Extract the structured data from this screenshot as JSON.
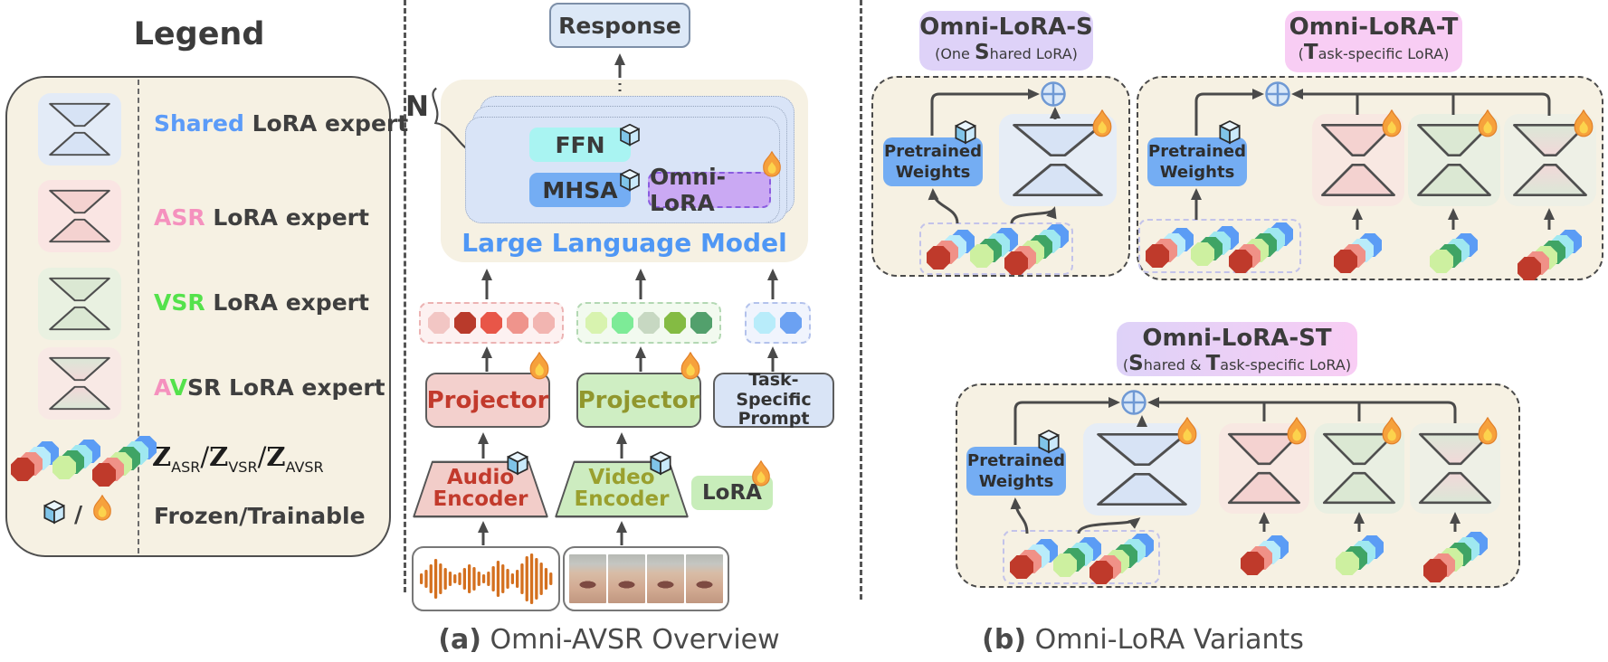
{
  "palette": {
    "cream_bg": "#f6f1e3",
    "shared_blue": "#5b9bf8",
    "asr_pink": "#f591be",
    "vsr_green": "#54e24b",
    "llm_text_blue": "#4f97f5",
    "projector_red_text": "#c23a2c",
    "projector_green_text": "#91972d",
    "omni_lora_purple": "#caa9f3",
    "mhsa_blue": "#74adf3",
    "ffn_cyan": "#a9f4f2",
    "variant_s_lavender": "#ded2f8",
    "variant_t_pink": "#f8cdf4"
  },
  "legend": {
    "title": "Legend",
    "rows": [
      {
        "parts": [
          {
            "text": "Shared"
          }
        ],
        "rest": " LoRA expert"
      },
      {
        "parts": [
          {
            "text": "ASR"
          }
        ],
        "rest": " LoRA expert"
      },
      {
        "parts": [
          {
            "text": "VSR"
          }
        ],
        "rest": " LoRA expert"
      },
      {
        "parts": [
          {
            "text": "A"
          },
          {
            "text": "V"
          },
          {
            "text": "SR"
          }
        ],
        "rest": " LoRA expert"
      }
    ],
    "z": {
      "z1": "Z",
      "s1": "ASR",
      "sep1": "/",
      "z2": "Z",
      "s2": "VSR",
      "sep2": "/",
      "z3": "Z",
      "s3": "AVSR"
    },
    "frozen_slash": "/",
    "frozen_label": "Frozen/Trainable"
  },
  "overview": {
    "response": "Response",
    "n_label": "N",
    "ffn": "FFN",
    "mhsa": "MHSA",
    "omni_lora": "Omni-LoRA",
    "llm": "Large Language Model",
    "projector_audio": "Projector",
    "projector_video": "Projector",
    "prompt_line1": "Task-Specific",
    "prompt_line2": "Prompt",
    "audio_encoder_line1": "Audio",
    "audio_encoder_line2": "Encoder",
    "video_encoder_line1": "Video",
    "video_encoder_line2": "Encoder",
    "lora": "LoRA",
    "caption_bold": "(a)",
    "caption_rest": " Omni-AVSR Overview"
  },
  "variants": {
    "caption_bold": "(b)",
    "caption_rest": " Omni-LoRA Variants",
    "pw_line1": "Pretrained",
    "pw_line2": "Weights",
    "s": {
      "title": "Omni-LoRA-S",
      "sub_pre": "(One ",
      "sub_big": "S",
      "sub_rest": "hared LoRA)"
    },
    "t": {
      "title": "Omni-LoRA-T",
      "sub_pre": "(",
      "sub_big": "T",
      "sub_rest": "ask-specific LoRA)"
    },
    "st": {
      "title": "Omni-LoRA-ST",
      "sub_pre": "(",
      "sub_big1": "S",
      "sub_mid": "hared & ",
      "sub_big2": "T",
      "sub_rest": "ask-specific LoRA)"
    }
  },
  "tokens": {
    "clusters": {
      "asr": [
        "#5b9cf5",
        "#b9ecfa",
        "#f09187",
        "#bf3a2b"
      ],
      "vsr": [
        "#5b9cf5",
        "#9fe8f0",
        "#3fa465",
        "#cdf0a0"
      ],
      "avsr": [
        "#5b9cf5",
        "#9fe8f0",
        "#3fa465",
        "#cdf0a0",
        "#f09187",
        "#bf3a2b"
      ]
    },
    "rows": {
      "audio": [
        "#f2c6c4",
        "#b93a2b",
        "#e85648",
        "#ef948c",
        "#f2b5b1"
      ],
      "video": [
        "#d8f3af",
        "#7deb97",
        "#c7d8c2",
        "#84bb43",
        "#52a06c"
      ],
      "prompt": [
        "#b8ecfa",
        "#6ba1f2"
      ]
    }
  }
}
